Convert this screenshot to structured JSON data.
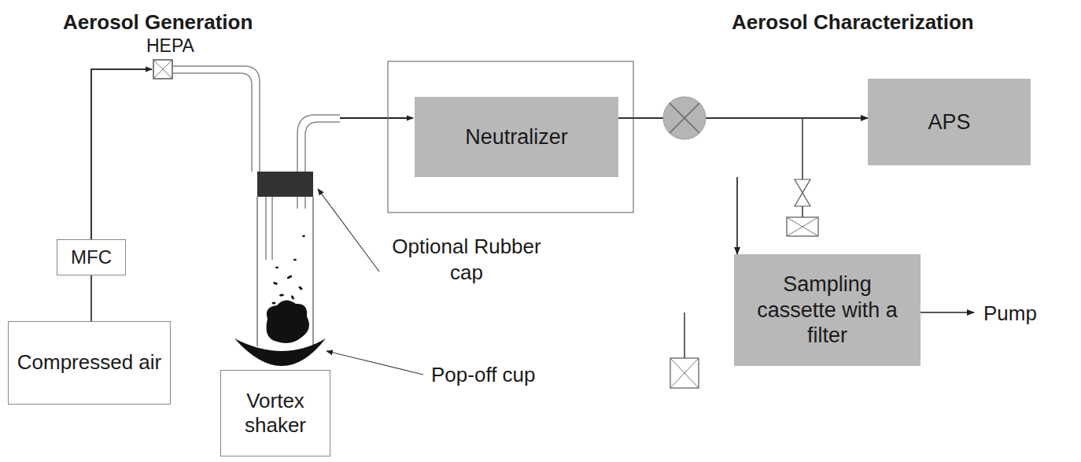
{
  "diagram": {
    "nodes": [
      {
        "text": [
          "Compressed air"
        ]
      },
      {
        "text": [
          "MFC"
        ]
      },
      {
        "text": [
          "Vortex shaker"
        ]
      },
      {
        "text": [
          "Neutralizer"
        ]
      },
      {
        "text": [
          "APS"
        ]
      },
      {
        "text": [
          "Sampling cassette with a filter"
        ]
      }
    ],
    "edges": [
      {
        "from": 0,
        "to": 1,
        "arrow": "none"
      },
      {
        "from": 3,
        "to": 4,
        "arrow": "to"
      },
      {
        "from": 3,
        "to": 5,
        "arrow": "to"
      }
    ],
    "labels": [
      "Aerosol Generation",
      "Aerosol Characterization",
      "HEPA",
      "Optional Rubber cap",
      "Pop-off cup",
      "Pump"
    ]
  }
}
